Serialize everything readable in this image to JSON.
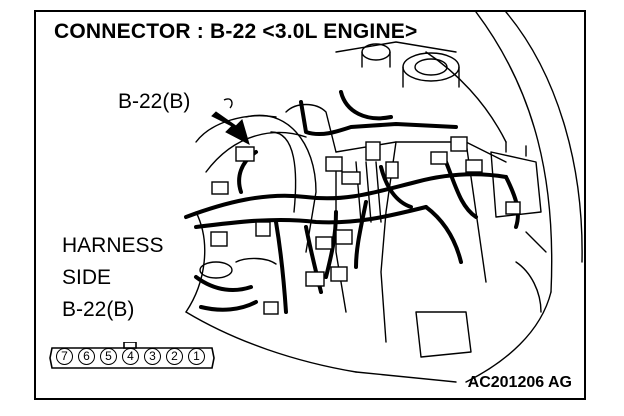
{
  "title": "CONNECTOR : B-22 <3.0L ENGINE>",
  "callout_label": "B-22(B)",
  "harness_label": {
    "line1": "HARNESS",
    "line2": "SIDE",
    "line3": "B-22(B)"
  },
  "connector_pins": [
    "7",
    "6",
    "5",
    "4",
    "3",
    "2",
    "1"
  ],
  "figure_code": "AC201206 AG"
}
